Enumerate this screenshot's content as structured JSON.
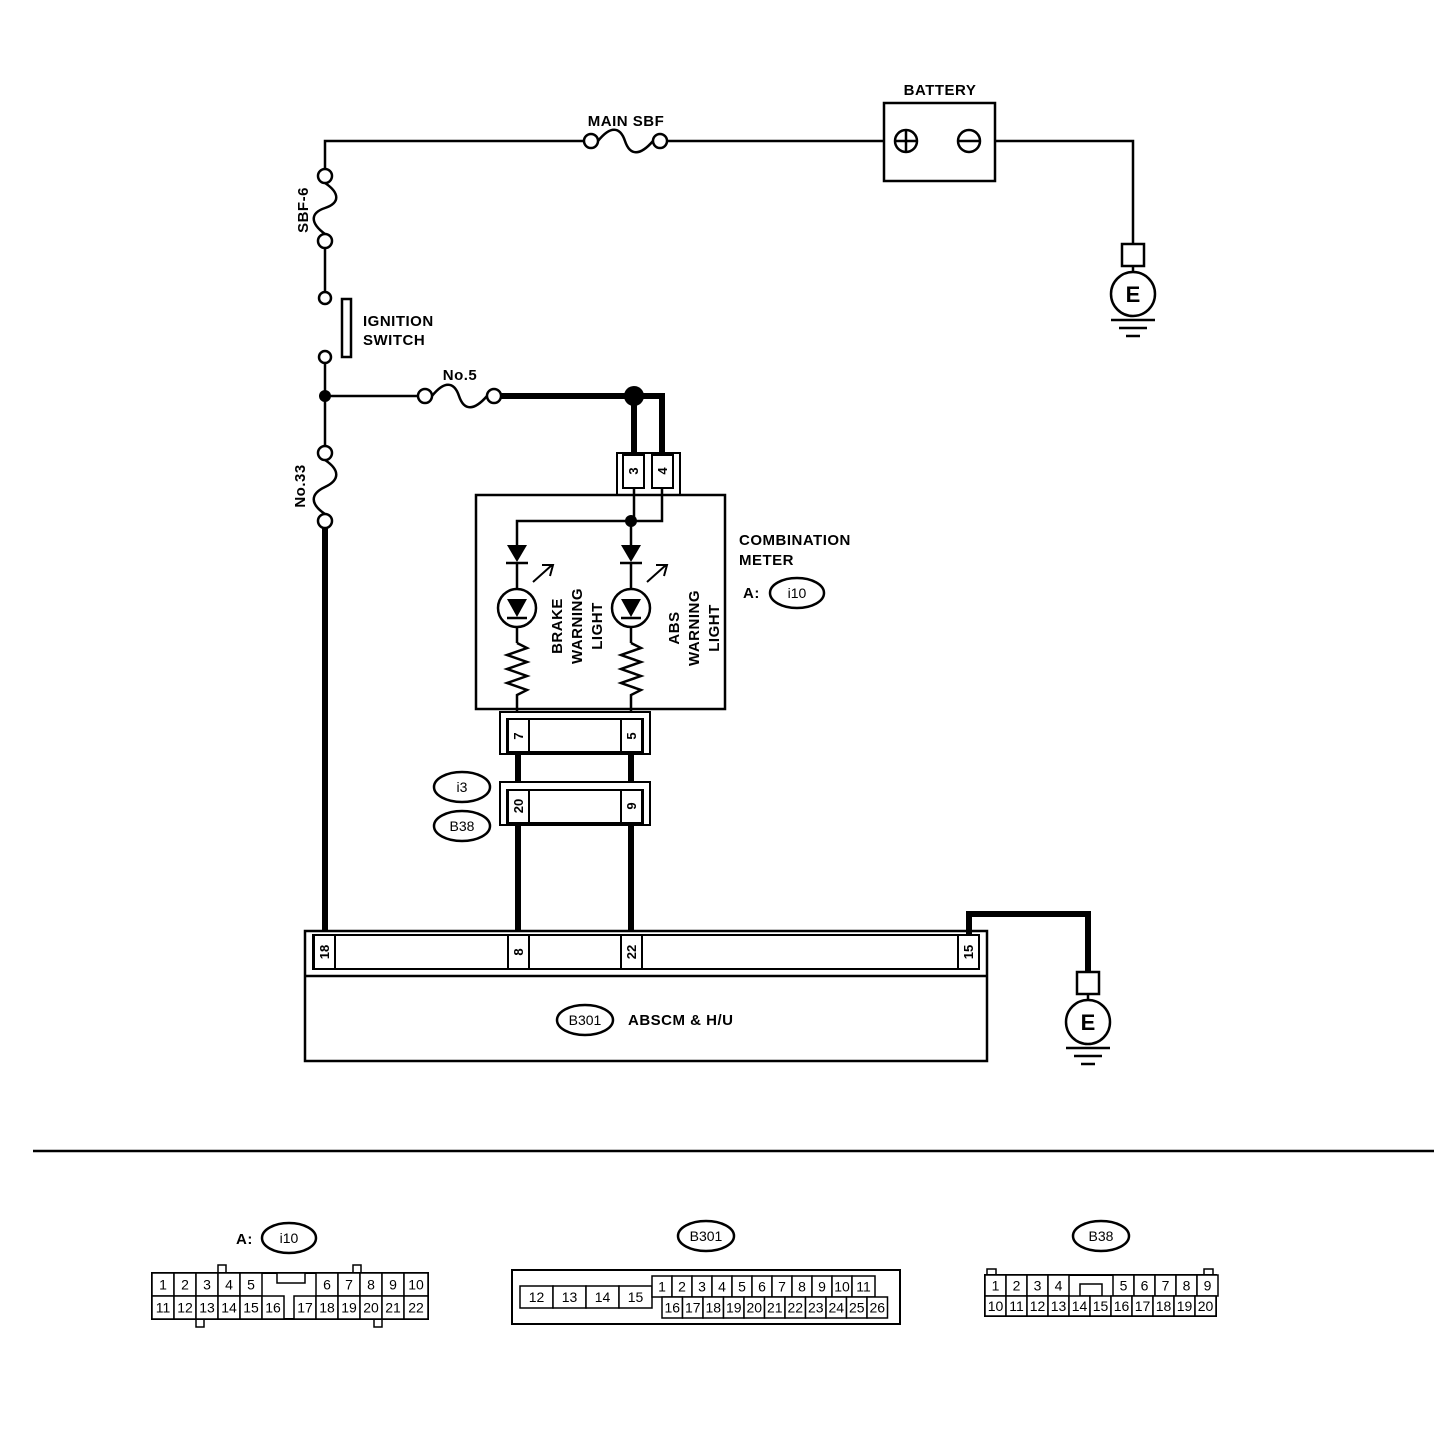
{
  "battery": {
    "label": "BATTERY"
  },
  "main_sbf": {
    "label": "MAIN SBF"
  },
  "sbf6": {
    "label": "SBF-6"
  },
  "ignition_switch": {
    "line1": "IGNITION",
    "line2": "SWITCH"
  },
  "fuse_no5": {
    "label": "No.5"
  },
  "fuse_no33": {
    "label": "No.33"
  },
  "ground": {
    "label": "E"
  },
  "combination_meter": {
    "line1": "COMBINATION",
    "line2": "METER",
    "connector_prefix": "A:",
    "connector_id": "i10",
    "top_pins": [
      "3",
      "4"
    ],
    "bottom_pins": [
      "7",
      "5"
    ],
    "brake_light": [
      "BRAKE",
      "WARNING",
      "LIGHT"
    ],
    "abs_light": [
      "ABS",
      "WARNING",
      "LIGHT"
    ]
  },
  "mid_connector": {
    "id1": "i3",
    "id2": "B38",
    "pins": [
      "20",
      "9"
    ]
  },
  "abscm": {
    "connector_id": "B301",
    "label": "ABSCM & H/U",
    "pins": [
      "18",
      "8",
      "22",
      "15"
    ]
  },
  "connector_views": {
    "i10": {
      "prefix": "A:",
      "id": "i10",
      "row1": [
        "1",
        "2",
        "3",
        "4",
        "5",
        "",
        "6",
        "7",
        "8",
        "9",
        "10"
      ],
      "row2": [
        "11",
        "12",
        "13",
        "14",
        "15",
        "16",
        "17",
        "18",
        "19",
        "20",
        "21",
        "22"
      ]
    },
    "b301": {
      "id": "B301",
      "left": [
        "12",
        "13",
        "14",
        "15"
      ],
      "row1": [
        "1",
        "2",
        "3",
        "4",
        "5",
        "6",
        "7",
        "8",
        "9",
        "10",
        "11"
      ],
      "row2": [
        "16",
        "17",
        "18",
        "19",
        "20",
        "21",
        "22",
        "23",
        "24",
        "25",
        "26"
      ]
    },
    "b38": {
      "id": "B38",
      "row1": [
        "1",
        "2",
        "3",
        "4",
        "",
        "5",
        "6",
        "7",
        "8",
        "9"
      ],
      "row2": [
        "10",
        "11",
        "12",
        "13",
        "14",
        "15",
        "16",
        "17",
        "18",
        "19",
        "20"
      ]
    }
  }
}
